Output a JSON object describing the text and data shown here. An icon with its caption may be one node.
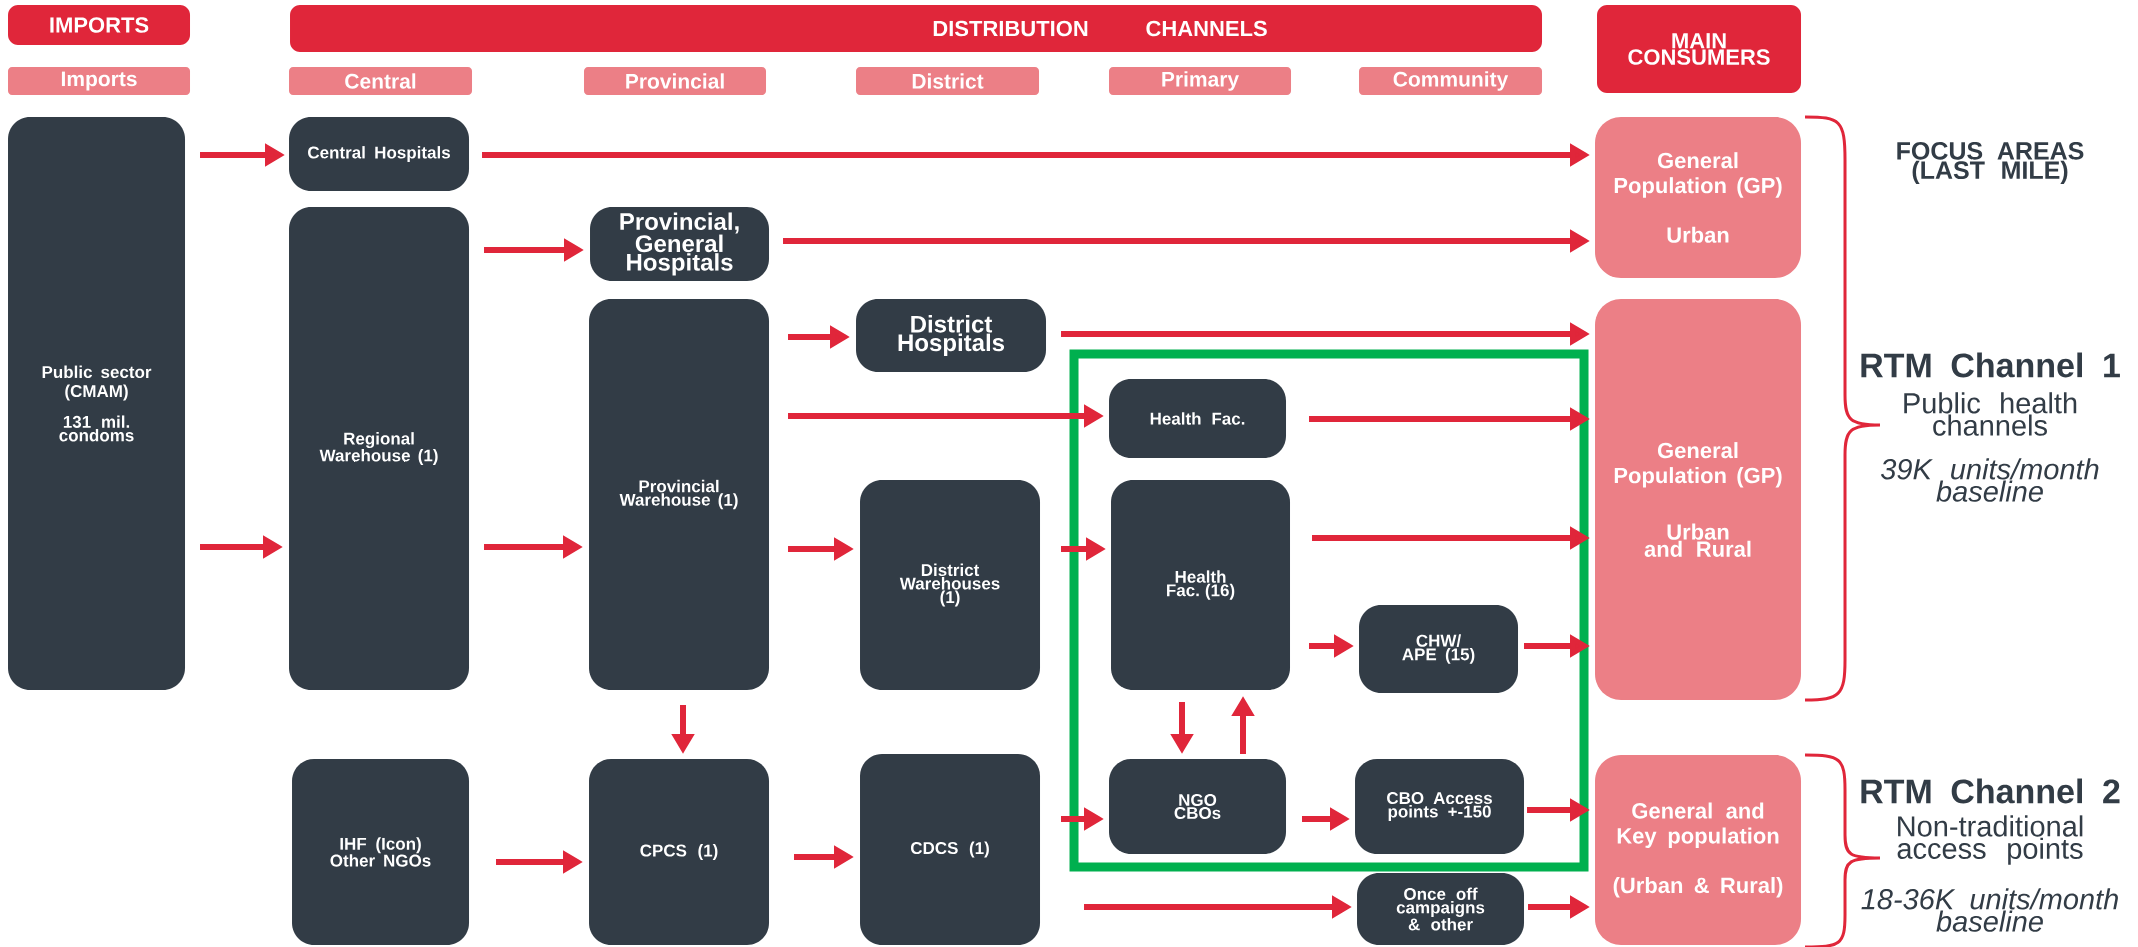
{
  "diagram": {
    "nodes": [
      {
        "text": [
          "IMPORTS"
        ]
      },
      {
        "text": [
          "DISTRIBUTION CHANNELS"
        ]
      },
      {
        "text": [
          "MAIN CONSUMERS"
        ]
      },
      {
        "text": [
          "Imports"
        ]
      },
      {
        "text": [
          "Central"
        ]
      },
      {
        "text": [
          "Provincial"
        ]
      },
      {
        "text": [
          "District"
        ]
      },
      {
        "text": [
          "Primary"
        ]
      },
      {
        "text": [
          "Community"
        ]
      },
      {
        "text": [
          "Public sector (CMAM)",
          "131 mil. condoms"
        ]
      },
      {
        "text": [
          "Central Hospitals"
        ]
      },
      {
        "text": [
          "Regional Warehouse (1)"
        ]
      },
      {
        "text": [
          "Provincial, General Hospitals"
        ]
      },
      {
        "text": [
          "Provincial Warehouse (1)"
        ]
      },
      {
        "text": [
          "District Hospitals"
        ]
      },
      {
        "text": [
          "District Warehouses (1)"
        ]
      },
      {
        "text": [
          "Health Fac."
        ]
      },
      {
        "text": [
          "Health Fac. (16)"
        ]
      },
      {
        "text": [
          "CHW/ APE (15)"
        ]
      },
      {
        "text": [
          "IHF (Icon) Other NGOs"
        ]
      },
      {
        "text": [
          "CPCS (1)"
        ]
      },
      {
        "text": [
          "CDCS (1)"
        ]
      },
      {
        "text": [
          "NGO CBOs"
        ]
      },
      {
        "text": [
          "CBO Access points +-150"
        ]
      },
      {
        "text": [
          "Once off campaigns & other"
        ]
      },
      {
        "text": [
          "General Population (GP)",
          "Urban"
        ]
      },
      {
        "text": [
          "General Population (GP)",
          "Urban and Rural"
        ]
      },
      {
        "text": [
          "General and Key population",
          "(Urban & Rural)"
        ]
      }
    ],
    "edges": [
      {
        "from": 9,
        "to": 10,
        "arrow": "to"
      },
      {
        "from": 10,
        "to": 25,
        "arrow": "to"
      },
      {
        "from": 11,
        "to": 12,
        "arrow": "to"
      },
      {
        "from": 12,
        "to": 25,
        "arrow": "to"
      },
      {
        "from": 13,
        "to": 14,
        "arrow": "to"
      },
      {
        "from": 14,
        "to": 26,
        "arrow": "to"
      },
      {
        "from": 13,
        "to": 16,
        "arrow": "to"
      },
      {
        "from": 16,
        "to": 26,
        "arrow": "to"
      },
      {
        "from": 9,
        "to": 11,
        "arrow": "to"
      },
      {
        "from": 11,
        "to": 13,
        "arrow": "to"
      },
      {
        "from": 13,
        "to": 15,
        "arrow": "to"
      },
      {
        "from": 15,
        "to": 17,
        "arrow": "to"
      },
      {
        "from": 17,
        "to": 26,
        "arrow": "to"
      },
      {
        "from": 17,
        "to": 18,
        "arrow": "to"
      },
      {
        "from": 18,
        "to": 26,
        "arrow": "to"
      },
      {
        "from": 13,
        "to": 20,
        "arrow": "to"
      },
      {
        "from": 17,
        "to": 22,
        "arrow": "to"
      },
      {
        "from": 22,
        "to": 17,
        "arrow": "to"
      },
      {
        "from": 19,
        "to": 20,
        "arrow": "to"
      },
      {
        "from": 20,
        "to": 21,
        "arrow": "to"
      },
      {
        "from": 21,
        "to": 22,
        "arrow": "to"
      },
      {
        "from": 22,
        "to": 23,
        "arrow": "to"
      },
      {
        "from": 23,
        "to": 27,
        "arrow": "to"
      },
      {
        "from": 21,
        "to": 24,
        "arrow": "to"
      },
      {
        "from": 24,
        "to": 27,
        "arrow": "to"
      }
    ],
    "labels": [
      "FOCUS AREAS (LAST MILE)",
      "RTM Channel 1",
      "Public health channels",
      "39K units/month baseline",
      "RTM Channel 2",
      "Non-traditional access points",
      "18-36K units/month baseline"
    ]
  }
}
